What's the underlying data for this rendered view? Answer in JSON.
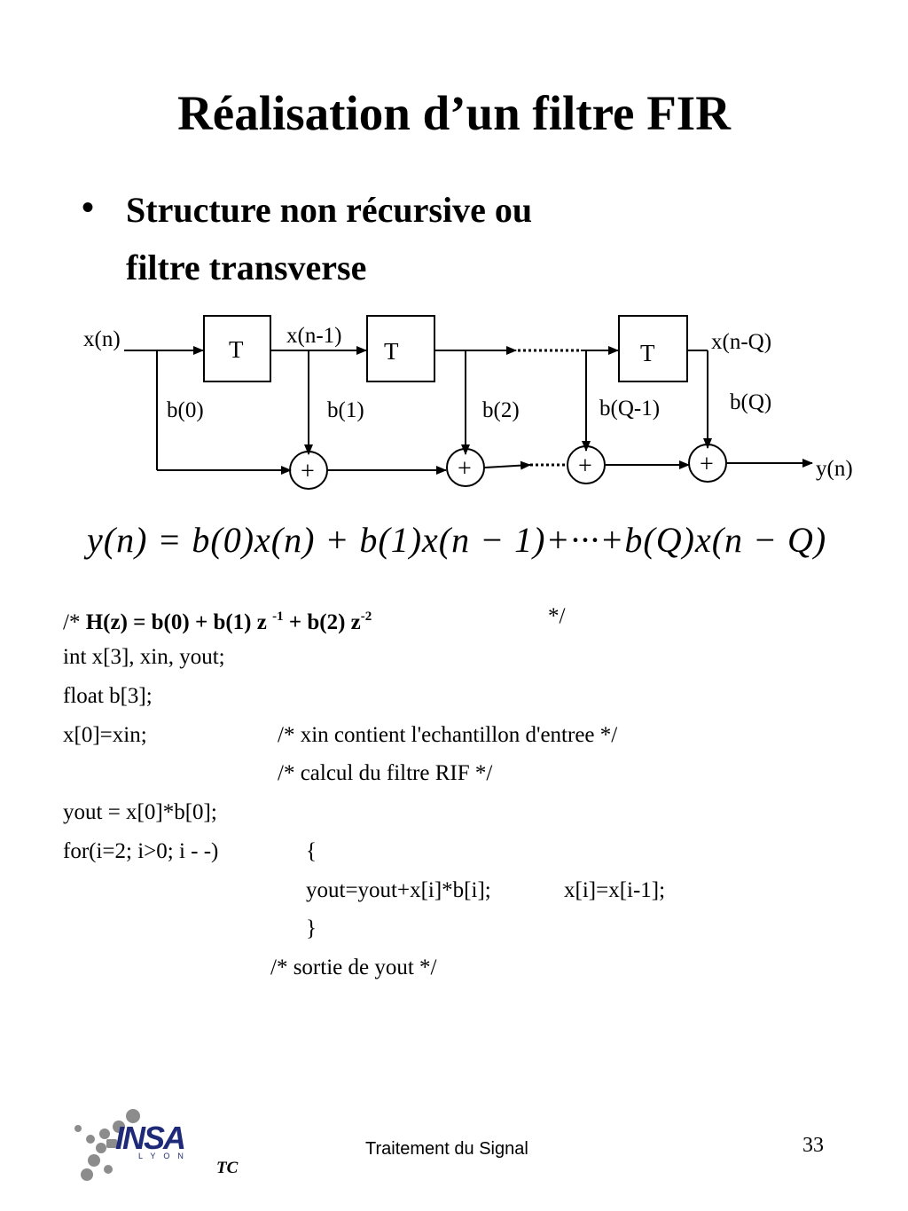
{
  "slide": {
    "title": "Réalisation d’un filtre FIR",
    "bullet_marker": "•",
    "bullet_lines": [
      "Structure non récursive  ou",
      "filtre transverse"
    ]
  },
  "diagram": {
    "input_label": "x(n)",
    "delay_label": "T",
    "x_n_minus_1": "x(n-1)",
    "x_n_minus_q": "x(n-Q)",
    "coefficients": [
      "b(0)",
      "b(1)",
      "b(2)",
      "b(Q-1)",
      "b(Q)"
    ],
    "adder_symbol": "+",
    "output_label": "y(n)"
  },
  "formula": {
    "lhs": "y(n) = b(0)x(n) + b(1)x(n − 1)+···+b(Q)x(n − Q)"
  },
  "code": {
    "comment_open": "/* ",
    "transfer_function_parts": [
      "H(z) = b(0) + b(1) z ",
      "-1",
      " + b(2) z",
      "-2"
    ],
    "comment_close": "*/",
    "lines": [
      "int x[3], xin, yout;",
      "float b[3];",
      "x[0]=xin;",
      "/* xin contient l'echantillon d'entree */",
      "/* calcul du filtre RIF */",
      "yout = x[0]*b[0];",
      "for(i=2; i>0; i - -)",
      "{",
      "yout=yout+x[i]*b[i];",
      "x[i]=x[i-1];",
      "}",
      "/* sortie de yout */"
    ]
  },
  "footer": {
    "center_text": "Traitement du Signal",
    "page_number": "33",
    "logo_text": "INSA",
    "logo_subtext": "LYON",
    "logo_department": "TC"
  }
}
